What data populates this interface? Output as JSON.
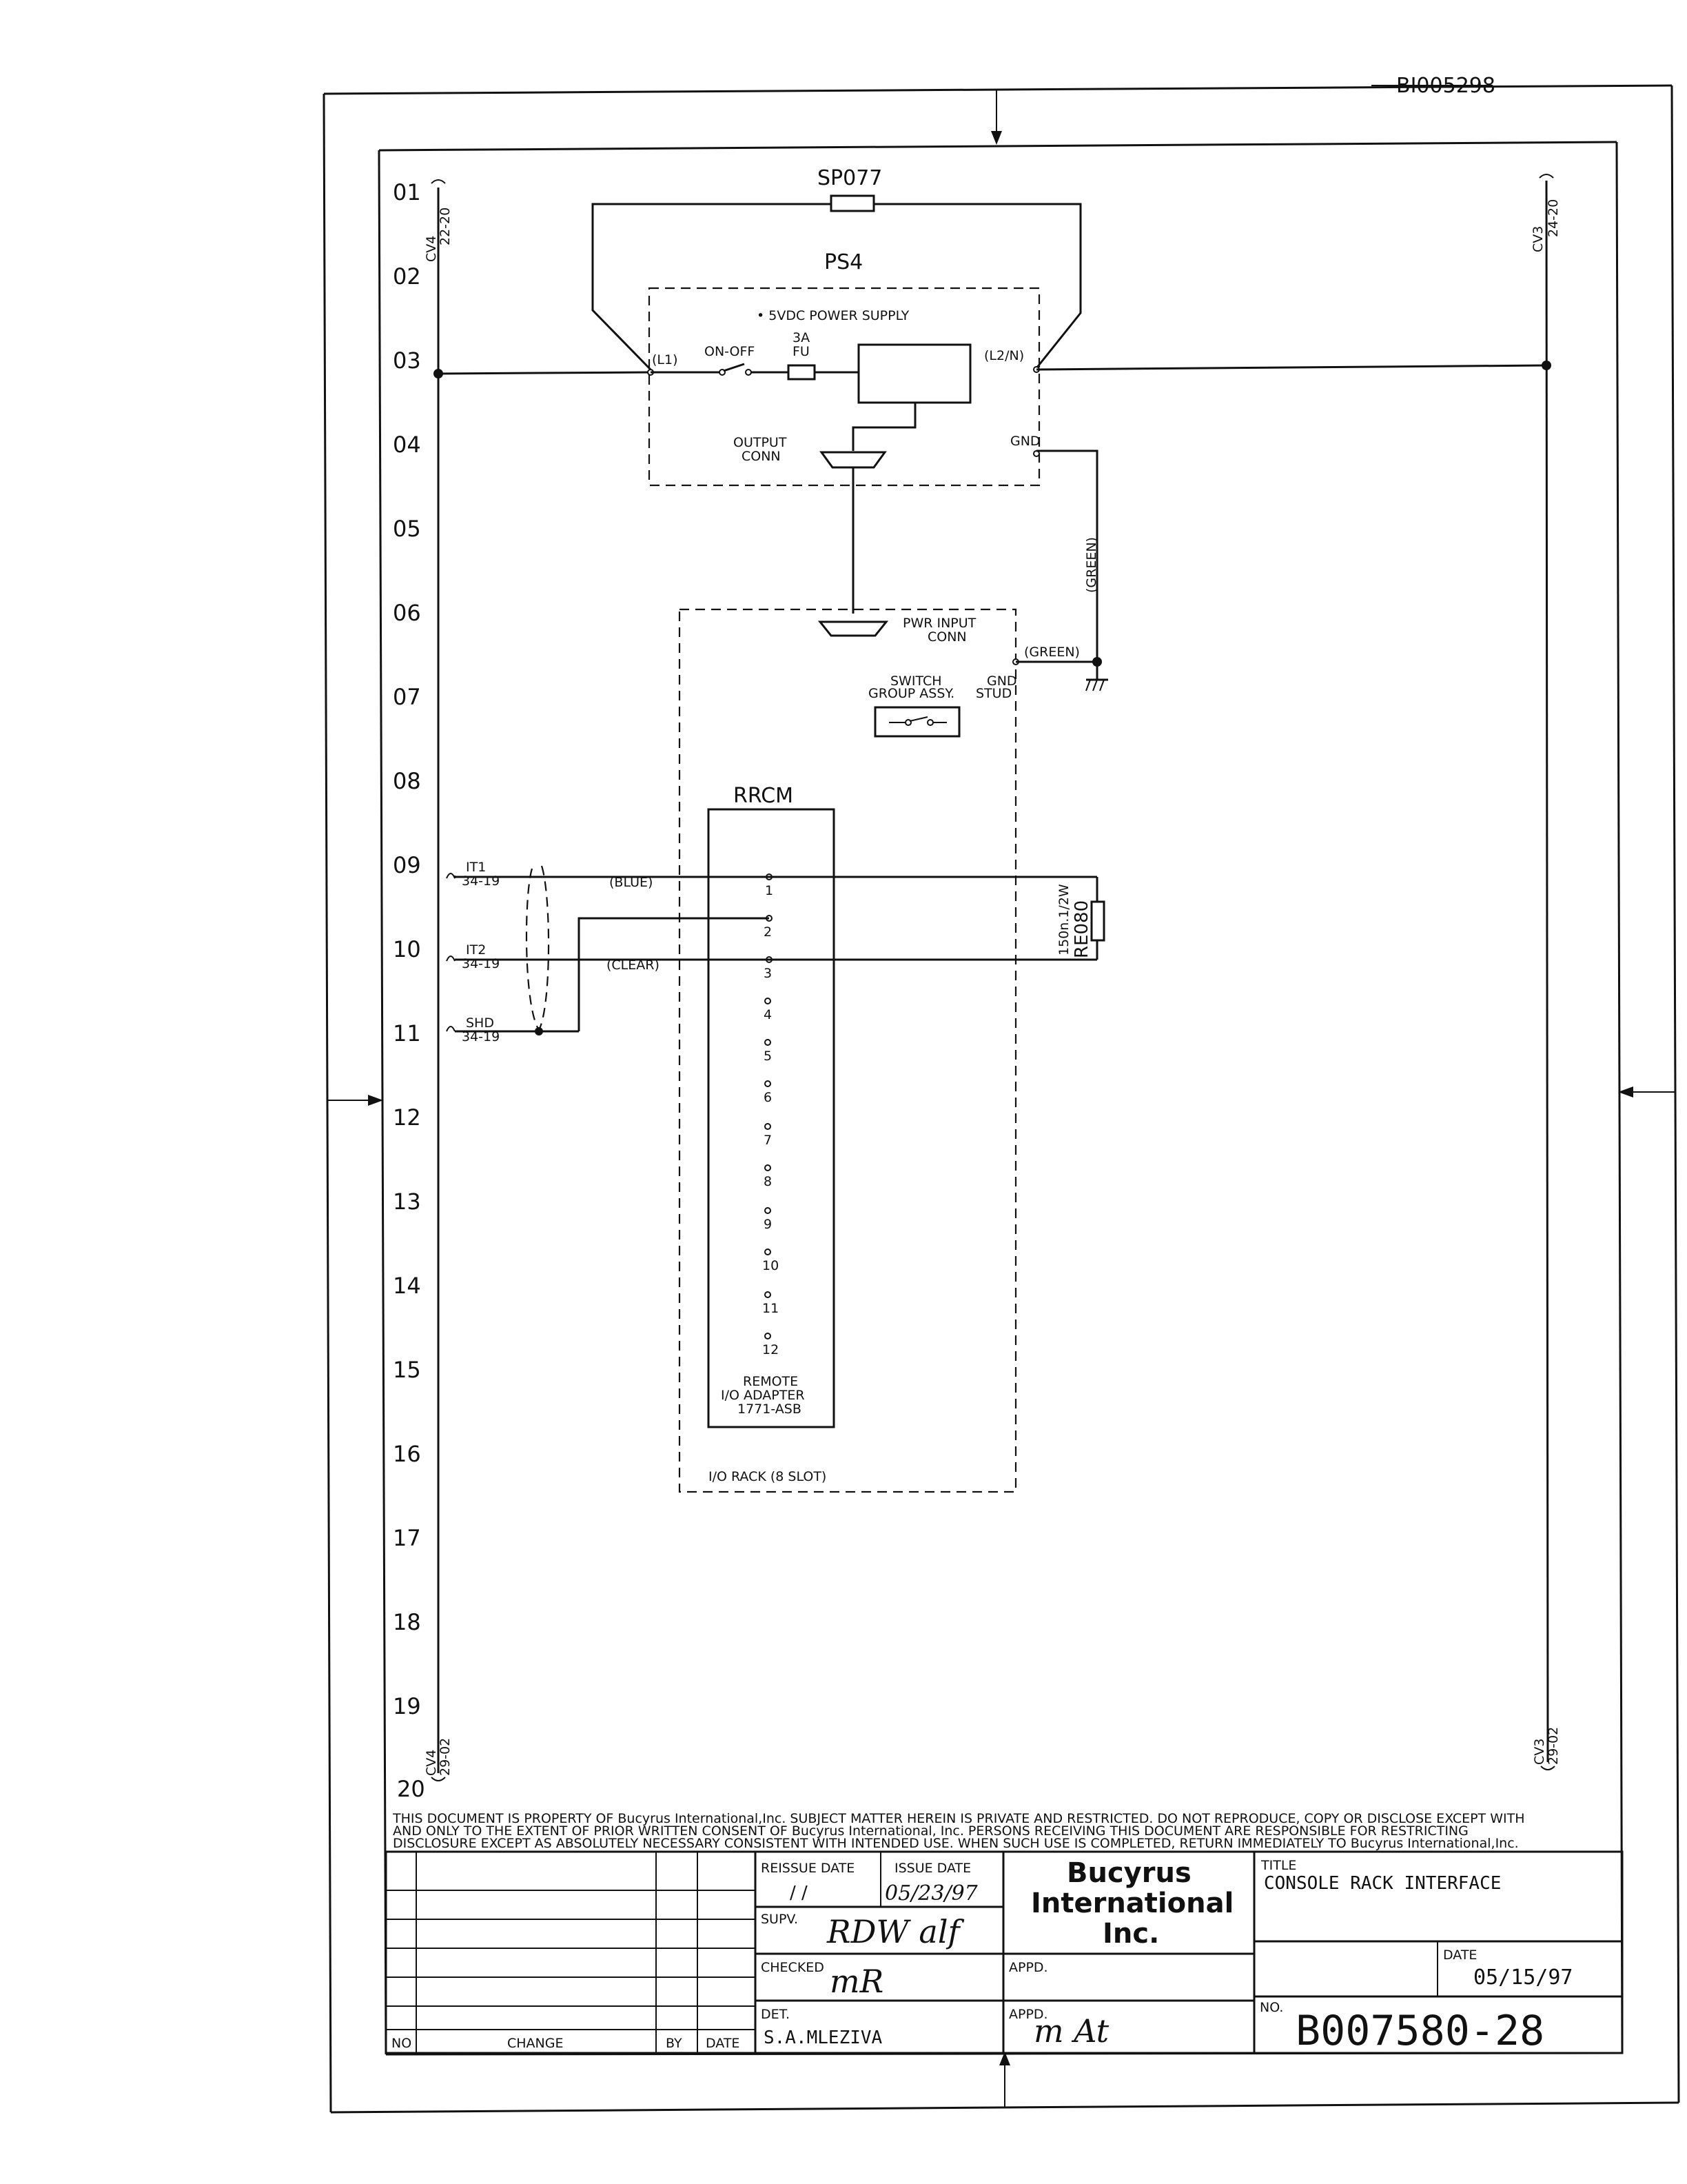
{
  "doc_id": "BI005298",
  "rows": [
    "01",
    "02",
    "03",
    "04",
    "05",
    "06",
    "07",
    "08",
    "09",
    "10",
    "11",
    "12",
    "13",
    "14",
    "15",
    "16",
    "17",
    "18",
    "19",
    "20"
  ],
  "refs": {
    "top_left": {
      "name": "CV4",
      "ref": "22-20"
    },
    "top_right": {
      "name": "CV3",
      "ref": "24-20"
    },
    "bottom_left": {
      "name": "CV4",
      "ref": "29-02"
    },
    "bottom_right": {
      "name": "CV3",
      "ref": "29-02"
    }
  },
  "components": {
    "sp077": "SP077",
    "ps4": "PS4",
    "ps_desc": "• 5VDC POWER SUPPLY",
    "l1": "(L1)",
    "l2n": "(L2/N)",
    "onoff": "ON-OFF",
    "fuse_a": "3A",
    "fuse_b": "FU",
    "output_a": "OUTPUT",
    "output_b": "CONN",
    "gnd": "GND",
    "green_v": "(GREEN)",
    "green_h": "(GREEN)",
    "pwr_a": "PWR INPUT",
    "pwr_b": "CONN",
    "switch_a": "SWITCH",
    "switch_b": "GROUP ASSY.",
    "gnd_a": "GND",
    "gnd_b": "STUD",
    "rrcm": "RRCM",
    "terminals": [
      "1",
      "2",
      "3",
      "4",
      "5",
      "6",
      "7",
      "8",
      "9",
      "10",
      "11",
      "12"
    ],
    "adapter_a": "REMOTE",
    "adapter_b": "I/O ADAPTER",
    "adapter_c": "1771-ASB",
    "rack": "I/O RACK (8 SLOT)",
    "resistor_a": "150n.1/2W",
    "resistor_b": "RE080"
  },
  "wires": {
    "it1": "IT1",
    "it1_ref": "34-19",
    "blue": "(BLUE)",
    "it2": "IT2",
    "it2_ref": "34-19",
    "clear": "(CLEAR)",
    "shd": "SHD",
    "shd_ref": "34-19"
  },
  "notice": [
    "THIS DOCUMENT IS PROPERTY OF Bucyrus International,Inc. SUBJECT MATTER HEREIN IS PRIVATE AND RESTRICTED. DO NOT REPRODUCE, COPY OR DISCLOSE EXCEPT WITH",
    "AND ONLY TO THE EXTENT OF PRIOR WRITTEN CONSENT OF Bucyrus International, Inc. PERSONS RECEIVING THIS DOCUMENT ARE RESPONSIBLE FOR RESTRICTING",
    "DISCLOSURE EXCEPT AS ABSOLUTELY NECESSARY CONSISTENT WITH INTENDED USE. WHEN SUCH USE IS COMPLETED, RETURN IMMEDIATELY TO Bucyrus International,Inc."
  ],
  "title_block": {
    "col_no": "NO",
    "col_change": "CHANGE",
    "col_by": "BY",
    "col_date": "DATE",
    "reissue_label": "REISSUE DATE",
    "reissue_value": "/   /",
    "issue_label": "ISSUE DATE",
    "issue_value": "05/23/97",
    "company_a": "Bucyrus",
    "company_b": "International",
    "company_c": "Inc.",
    "supv_label": "SUPV.",
    "supv_sig": "RDW alf",
    "checked_label": "CHECKED",
    "checked_sig": "mR",
    "appd_label": "APPD.",
    "appd2_label": "APPD.",
    "appd2_sig": "m At",
    "det_label": "DET.",
    "det_value": "S.A.MLEZIVA",
    "title_label": "TITLE",
    "title_value": "CONSOLE RACK INTERFACE",
    "date_label": "DATE",
    "date_value": "05/15/97",
    "no_label": "NO.",
    "no_value": "B007580-28"
  }
}
